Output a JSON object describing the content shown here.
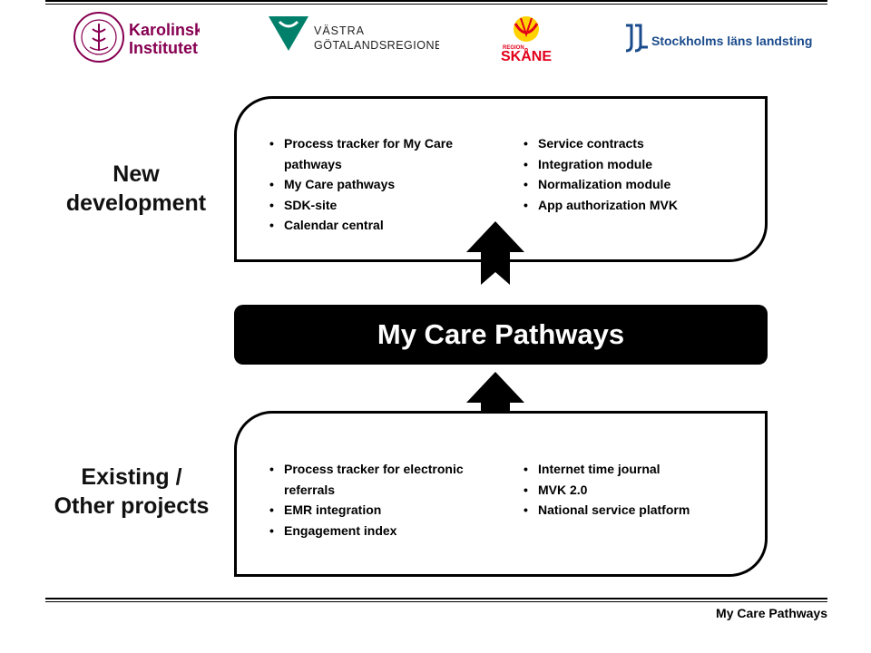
{
  "logos": {
    "ki": {
      "line1": "Karolinska",
      "line2": "Institutet",
      "brand_color": "#870052"
    },
    "vgr": {
      "line1": "VÄSTRA",
      "line2": "GÖTALANDSREGIONEN",
      "brand_color": "#00806a"
    },
    "skane": {
      "small": "REGION",
      "name": "SKÅNE",
      "red": "#e2001a",
      "yellow": "#ffd200"
    },
    "sll": {
      "text": "Stockholms läns landsting",
      "brand_color": "#1a4b8c"
    }
  },
  "labels": {
    "new_dev_line1": "New",
    "new_dev_line2": "development",
    "existing_line1": "Existing /",
    "existing_line2": "Other projects"
  },
  "new_development": {
    "col1": [
      "Process tracker for My Care pathways",
      "My Care pathways",
      "SDK-site",
      "Calendar central"
    ],
    "col2": [
      "Service contracts",
      "Integration module",
      "Normalization module",
      "App authorization MVK"
    ]
  },
  "existing_projects": {
    "col1": [
      "Process tracker for electronic referrals",
      "EMR integration",
      "Engagement index"
    ],
    "col2": [
      "Internet time journal",
      "MVK 2.0",
      "National service platform"
    ]
  },
  "center": {
    "title": "My Care Pathways"
  },
  "footer": {
    "text": "My Care Pathways"
  }
}
